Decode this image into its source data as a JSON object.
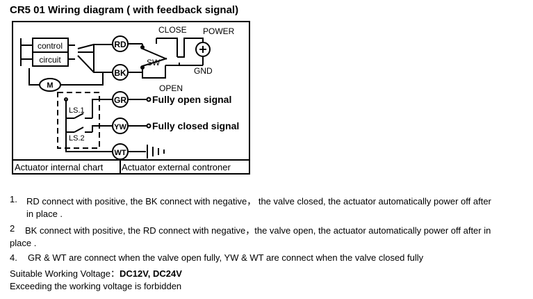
{
  "title": "CR5 01 Wiring diagram ( with feedback signal)",
  "diagram": {
    "control_label_1": "control",
    "control_label_2": "circuit",
    "motor_label": "M",
    "terminals": {
      "rd": "RD",
      "bk": "BK",
      "gr": "GR",
      "yw": "YW",
      "wt": "WT"
    },
    "close_label": "CLOSE",
    "power_label": "POWER",
    "sw_label": "SW",
    "gnd_label": "GND",
    "open_label": "OPEN",
    "ls1_label": "LS.1",
    "ls2_label": "LS.2",
    "fully_open_label": "Fully open signal",
    "fully_closed_label": "Fully closed signal",
    "internal_chart_label": "Actuator internal chart",
    "external_label": "Actuator external controner"
  },
  "notes": {
    "line1_num": "1.",
    "line1a": "RD connect with positive, the BK connect with negative， the valve closed, the actuator automatically power off after",
    "line1b": "in place .",
    "line2_num": "2",
    "line2a": "BK connect with positive, the RD connect with negative，the valve open, the actuator automatically power off after in",
    "line2b": "place .",
    "line4_num": "4.",
    "line4": "GR & WT are connect when the valve open fully, YW & WT are connect when the valve closed fully",
    "voltage_label": "Suitable Working Voltage：",
    "voltage_value": "DC12V, DC24V",
    "warning": "Exceeding the working voltage is forbidden"
  }
}
